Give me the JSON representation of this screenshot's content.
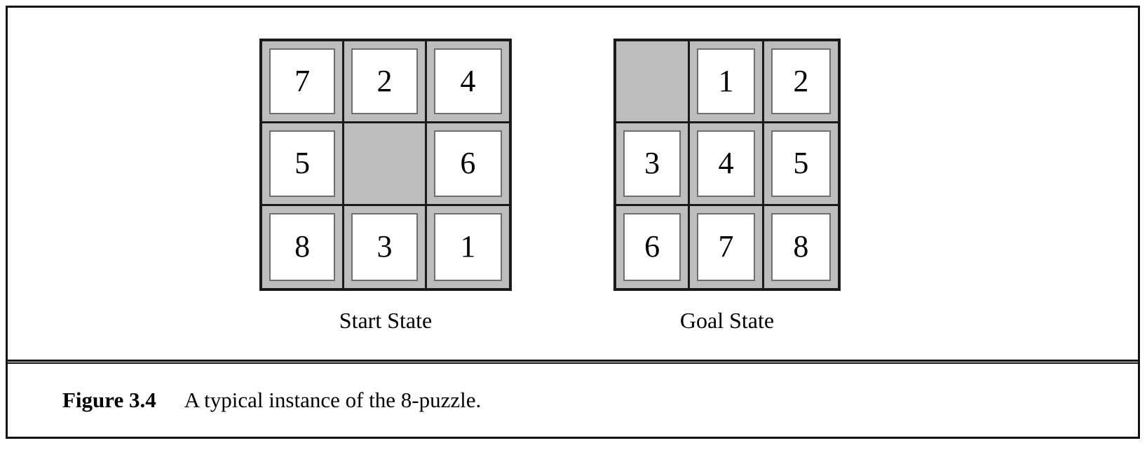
{
  "figure": {
    "number_label": "Figure 3.4",
    "caption": "A typical instance of the 8-puzzle."
  },
  "colors": {
    "frame_border": "#111111",
    "grid_border": "#1a1a1a",
    "cell_background": "#bdbdbd",
    "tile_background": "#ffffff",
    "tile_border": "#6e6e6e",
    "text": "#000000",
    "page_background": "#ffffff"
  },
  "boards": [
    {
      "id": "start",
      "label": "Start State",
      "rows": [
        [
          "7",
          "2",
          "4"
        ],
        [
          "5",
          "",
          "6"
        ],
        [
          "8",
          "3",
          "1"
        ]
      ]
    },
    {
      "id": "goal",
      "label": "Goal State",
      "rows": [
        [
          "",
          "1",
          "2"
        ],
        [
          "3",
          "4",
          "5"
        ],
        [
          "6",
          "7",
          "8"
        ]
      ]
    }
  ]
}
